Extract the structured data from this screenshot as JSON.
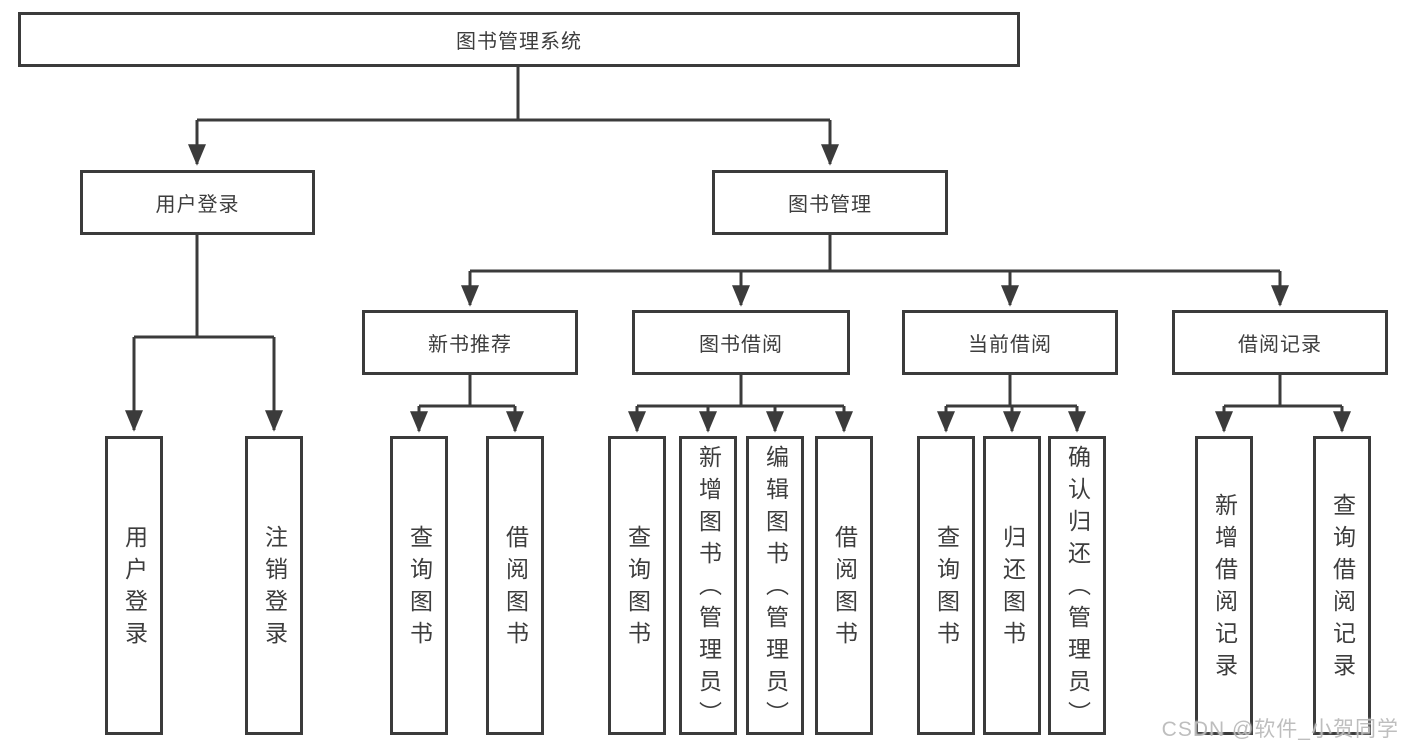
{
  "diagram": {
    "title": "图书管理系统",
    "branches": [
      {
        "label": "用户登录",
        "leaves": [
          "用户登录",
          "注销登录"
        ]
      },
      {
        "label": "图书管理",
        "sections": [
          {
            "label": "新书推荐",
            "leaves": [
              "查询图书",
              "借阅图书"
            ]
          },
          {
            "label": "图书借阅",
            "leaves": [
              "查询图书",
              "新增图书（管理员）",
              "编辑图书（管理员）",
              "借阅图书"
            ]
          },
          {
            "label": "当前借阅",
            "leaves": [
              "查询图书",
              "归还图书",
              "确认归还（管理员）"
            ]
          },
          {
            "label": "借阅记录",
            "leaves": [
              "新增借阅记录",
              "查询借阅记录"
            ]
          }
        ]
      }
    ]
  },
  "watermark": "CSDN @软件_小贺同学",
  "colors": {
    "line": "#3b3b3b",
    "text": "#3d3d3d",
    "watermark": "#b9b9b9",
    "background": "#ffffff"
  }
}
